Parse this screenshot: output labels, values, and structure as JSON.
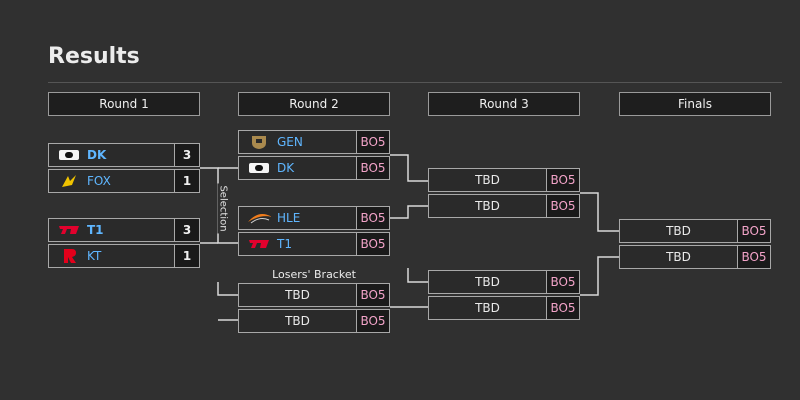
{
  "page": {
    "title": "Results"
  },
  "rounds": [
    "Round 1",
    "Round 2",
    "Round 3",
    "Finals"
  ],
  "labels": {
    "selection": "Selection",
    "losers_bracket": "Losers' Bracket"
  },
  "round1": [
    {
      "teams": [
        {
          "name": "DK",
          "score": "3",
          "logo": "dk-logo-icon"
        },
        {
          "name": "FOX",
          "score": "1",
          "logo": "fox-logo-icon"
        }
      ]
    },
    {
      "teams": [
        {
          "name": "T1",
          "score": "3",
          "logo": "t1-logo-icon"
        },
        {
          "name": "KT",
          "score": "1",
          "logo": "kt-logo-icon"
        }
      ]
    }
  ],
  "round2": [
    {
      "teams": [
        {
          "name": "GEN",
          "format": "BO5",
          "logo": "gen-logo-icon"
        },
        {
          "name": "DK",
          "format": "BO5",
          "logo": "dk-logo-icon"
        }
      ]
    },
    {
      "teams": [
        {
          "name": "HLE",
          "format": "BO5",
          "logo": "hle-logo-icon"
        },
        {
          "name": "T1",
          "format": "BO5",
          "logo": "t1-logo-icon"
        }
      ]
    },
    {
      "teams": [
        {
          "name": "TBD",
          "format": "BO5"
        },
        {
          "name": "TBD",
          "format": "BO5"
        }
      ]
    }
  ],
  "round3": [
    {
      "teams": [
        {
          "name": "TBD",
          "format": "BO5"
        },
        {
          "name": "TBD",
          "format": "BO5"
        }
      ]
    },
    {
      "teams": [
        {
          "name": "TBD",
          "format": "BO5"
        },
        {
          "name": "TBD",
          "format": "BO5"
        }
      ]
    }
  ],
  "finals": [
    {
      "teams": [
        {
          "name": "TBD",
          "format": "BO5"
        },
        {
          "name": "TBD",
          "format": "BO5"
        }
      ]
    }
  ],
  "colors": {
    "team_name": "#5fb6ff",
    "format_text": "#f2a3c8",
    "background": "#303030"
  }
}
